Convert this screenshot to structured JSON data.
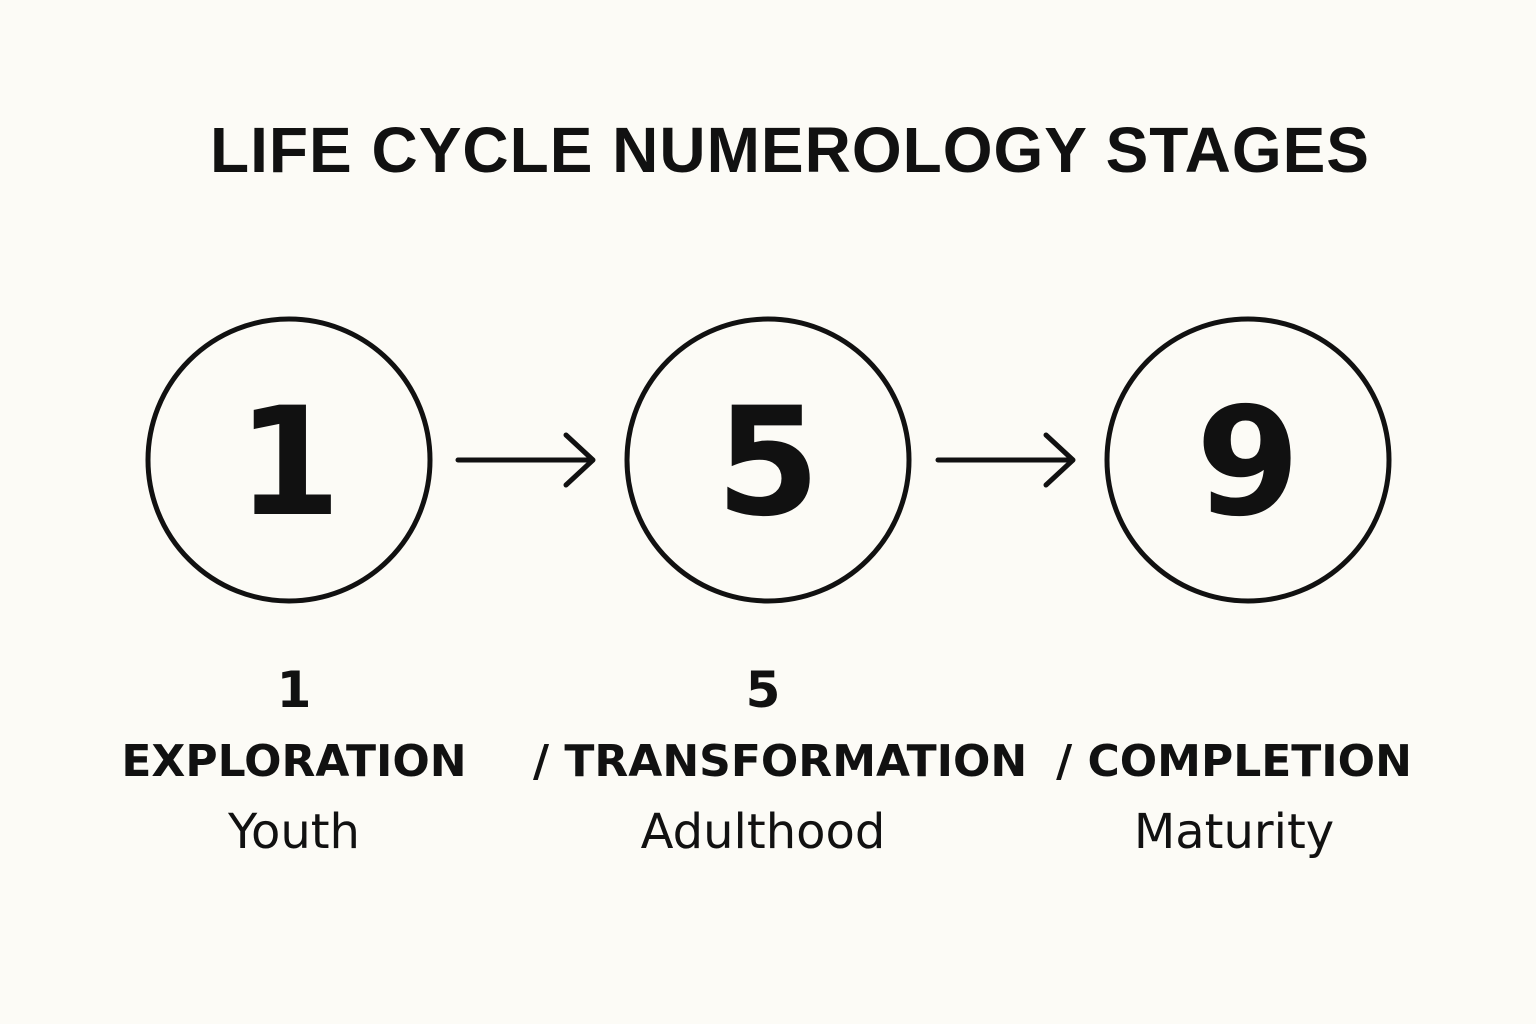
{
  "title": "LIFE CYCLE NUMEROLOGY STAGES",
  "stages": [
    {
      "circle_number": "1",
      "number_label": "1",
      "name": "EXPLORATION",
      "period": "Youth"
    },
    {
      "circle_number": "5",
      "number_label": "5",
      "name": "/ TRANSFORMATION",
      "period": "Adulthood"
    },
    {
      "circle_number": "9",
      "number_label": "",
      "name": "/ COMPLETION",
      "period": "Maturity"
    }
  ],
  "colors": {
    "background": "#fcfbf6",
    "ink": "#111111"
  },
  "icons": [
    "arrow-right-icon",
    "arrow-right-icon"
  ]
}
